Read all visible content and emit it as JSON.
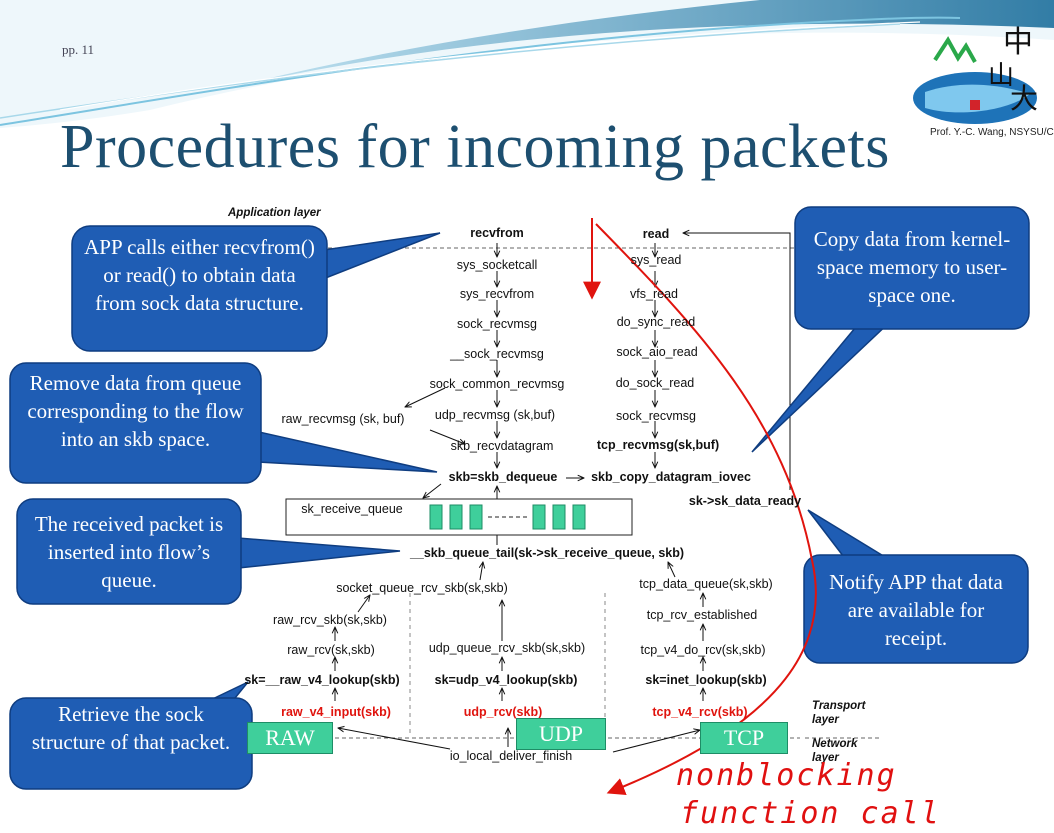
{
  "header": {
    "page_number": "pp. 11",
    "title": "Procedures for incoming packets",
    "credit": "Prof. Y.-C. Wang, NSYSU/CSE"
  },
  "layers": {
    "application": "Application layer",
    "transport": "Transport layer",
    "network": "Network layer"
  },
  "functions": {
    "recvfrom": "recvfrom",
    "sys_socketcall": "sys_socketcall",
    "sys_recvfrom": "sys_recvfrom",
    "sock_recvmsg_left": "sock_recvmsg",
    "__sock_recvmsg": "__sock_recvmsg",
    "sock_common_recvmsg": "sock_common_recvmsg",
    "udp_recvmsg": "udp_recvmsg (sk,buf)",
    "raw_recvmsg": "raw_recvmsg (sk, buf)",
    "skb_recvdatagram": "skb_recvdatagram",
    "skb_dequeue": "skb=skb_dequeue",
    "skb_copy_datagram_iovec": "skb_copy_datagram_iovec",
    "read": "read",
    "sys_read": "sys_read",
    "vfs_read": "vfs_read",
    "do_sync_read": "do_sync_read",
    "sock_aio_read": "sock_aio_read",
    "do_sock_read": "do_sock_read",
    "sock_recvmsg_right": "sock_recvmsg",
    "tcp_recvmsg": "tcp_recvmsg(sk,buf)",
    "sk_data_ready": "sk->sk_data_ready",
    "sk_receive_queue": "sk_receive_queue",
    "skb_queue_tail": "__skb_queue_tail(sk->sk_receive_queue, skb)",
    "socket_queue_rcv_skb": "socket_queue_rcv_skb(sk,skb)",
    "raw_rcv_skb": "raw_rcv_skb(sk,skb)",
    "raw_rcv": "raw_rcv(sk,skb)",
    "raw_v4_lookup": "sk=__raw_v4_lookup(skb)",
    "raw_v4_input": "raw_v4_input(skb)",
    "udp_queue_rcv_skb": "udp_queue_rcv_skb(sk,skb)",
    "udp_v4_lookup": "sk=udp_v4_lookup(skb)",
    "udp_rcv": "udp_rcv(skb)",
    "tcp_data_queue": "tcp_data_queue(sk,skb)",
    "tcp_rcv_established": "tcp_rcv_established",
    "tcp_v4_do_rcv": "tcp_v4_do_rcv(sk,skb)",
    "inet_lookup": "sk=inet_lookup(skb)",
    "tcp_v4_rcv": "tcp_v4_rcv(skb)",
    "ip_local_deliver_finish": "io_local_deliver_finish"
  },
  "protocols": {
    "raw": "RAW",
    "udp": "UDP",
    "tcp": "TCP"
  },
  "callouts": {
    "app_calls": "APP calls either recvfrom() or read() to obtain data from sock data structure.",
    "copy_data": "Copy data from kernel-space memory to user-space one.",
    "remove_data": "Remove data from queue corresponding to the flow into an skb space.",
    "received_packet": "The received packet is inserted into flow’s queue.",
    "notify_app": "Notify APP that data are available for receipt.",
    "retrieve_sock": "Retrieve the sock structure of that packet."
  },
  "annotation": {
    "line1": "nonblocking",
    "line2": "function call"
  },
  "colors": {
    "callout": "#1f5db4",
    "title": "#1d4f70",
    "protocol_box": "#3fcf9b",
    "red": "#e0140e"
  }
}
